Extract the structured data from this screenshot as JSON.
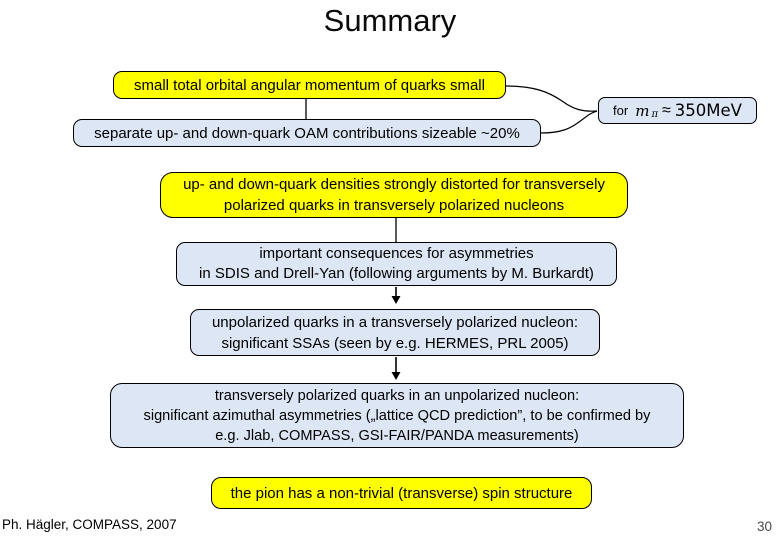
{
  "slide": {
    "title": "Summary",
    "footer": "Ph. Hägler, COMPASS, 2007",
    "page_number": "30"
  },
  "colors": {
    "background": "#ffffff",
    "yellow_box": "#ffff00",
    "light_blue_box": "#dce6f4",
    "line": "#000000"
  },
  "boxes": {
    "oam_total": {
      "lines": [
        "small total orbital angular momentum of quarks small"
      ]
    },
    "pion_mass_condition": {
      "prefix": "for",
      "symbol": "m",
      "subscript": "π",
      "relation": "≈",
      "value": "350MeV"
    },
    "oam_separate": {
      "lines": [
        "separate up- and down-quark OAM contributions sizeable ~20%"
      ]
    },
    "densities_distorted": {
      "lines": [
        "up- and down-quark densities strongly distorted for transversely",
        "polarized quarks in transversely polarized nucleons"
      ]
    },
    "consequences": {
      "lines": [
        "important consequences for asymmetries",
        "in SDIS and Drell-Yan (following arguments by M. Burkardt)"
      ]
    },
    "unpolarized_quarks": {
      "lines": [
        "unpolarized quarks in a transversely polarized nucleon:",
        "significant SSAs (seen by e.g. HERMES, PRL 2005)"
      ]
    },
    "transversely_polarized_quarks": {
      "lines": [
        "transversely polarized quarks in an unpolarized nucleon:",
        "significant azimuthal asymmetries („lattice QCD prediction”, to be confirmed by",
        "e.g. Jlab, COMPASS, GSI-FAIR/PANDA measurements)"
      ]
    },
    "pion_spin_structure": {
      "lines": [
        "the pion has a non-trivial (transverse) spin structure"
      ]
    }
  }
}
